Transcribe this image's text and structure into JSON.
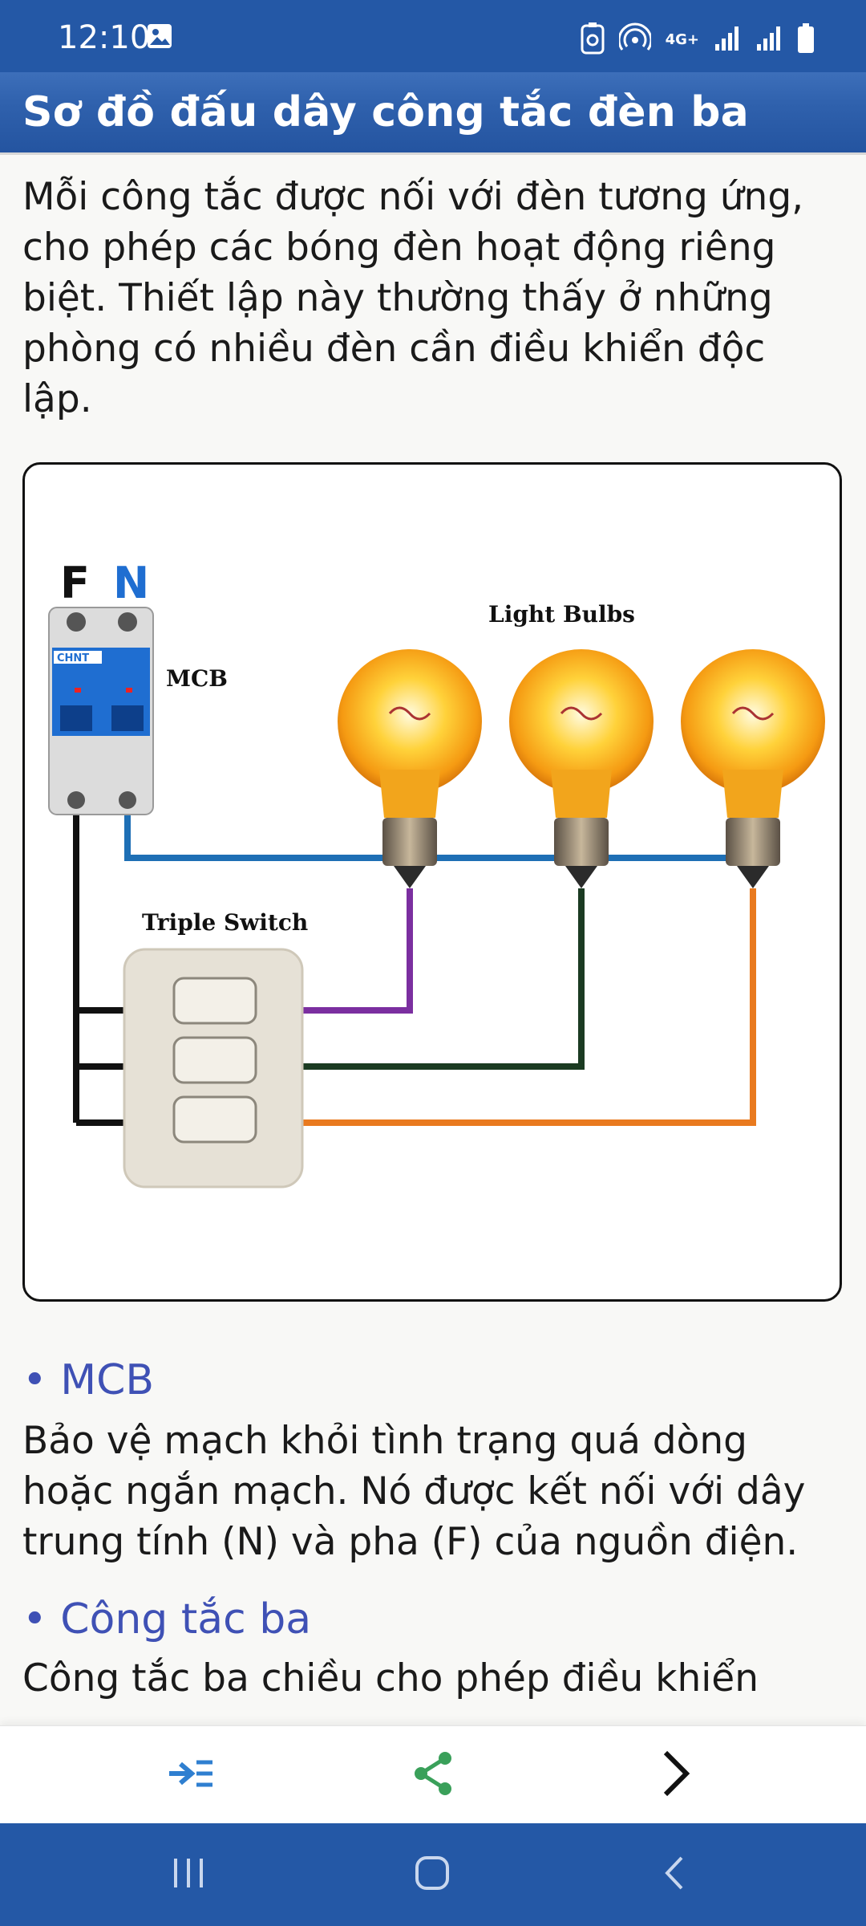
{
  "status_bar": {
    "time": "12:10",
    "network": "4G+",
    "icons": [
      "image-icon",
      "recycle-icon",
      "hotspot-icon",
      "signal-icon",
      "signal-icon",
      "battery-icon"
    ]
  },
  "header": {
    "title": "Sơ đồ đấu dây công tắc đèn ba"
  },
  "intro": {
    "lines": [
      "Mỗi công tắc được nối với đèn tương ứng,",
      "cho phép các bóng đèn hoạt động riêng",
      "biệt. Thiết lập này thường thấy ở những",
      "phòng có nhiều đèn cần điều khiển độc",
      "lập."
    ]
  },
  "diagram": {
    "label_f": "F",
    "label_n": "N",
    "label_mcb": "MCB",
    "label_bulbs": "Light Bulbs",
    "label_switch": "Triple Switch",
    "breaker_brand": "CHNT",
    "wire_colors": {
      "neutral": "#1e6fb5",
      "live": "#111111",
      "bulb1": "#7b2fa0",
      "bulb2": "#1b3b22",
      "bulb3": "#e97a1f"
    }
  },
  "sections": [
    {
      "heading": "• MCB",
      "lines": [
        "Bảo vệ mạch khỏi tình trạng quá dòng",
        "hoặc ngắn mạch. Nó được kết nối với dây",
        "trung tính (N) và pha (F) của nguồn điện."
      ]
    },
    {
      "heading": "• Công tắc ba",
      "lines": [
        "Công tắc ba chiều cho phép điều khiển"
      ]
    }
  ],
  "toolbar": {
    "buttons": [
      {
        "name": "indent-icon",
        "color": "#2f7fd0"
      },
      {
        "name": "share-icon",
        "color": "#3aa05a"
      },
      {
        "name": "chevron-right-icon",
        "color": "#111111"
      }
    ]
  },
  "nav_bar": {
    "buttons": [
      "recent-apps-icon",
      "home-icon",
      "back-icon"
    ]
  }
}
